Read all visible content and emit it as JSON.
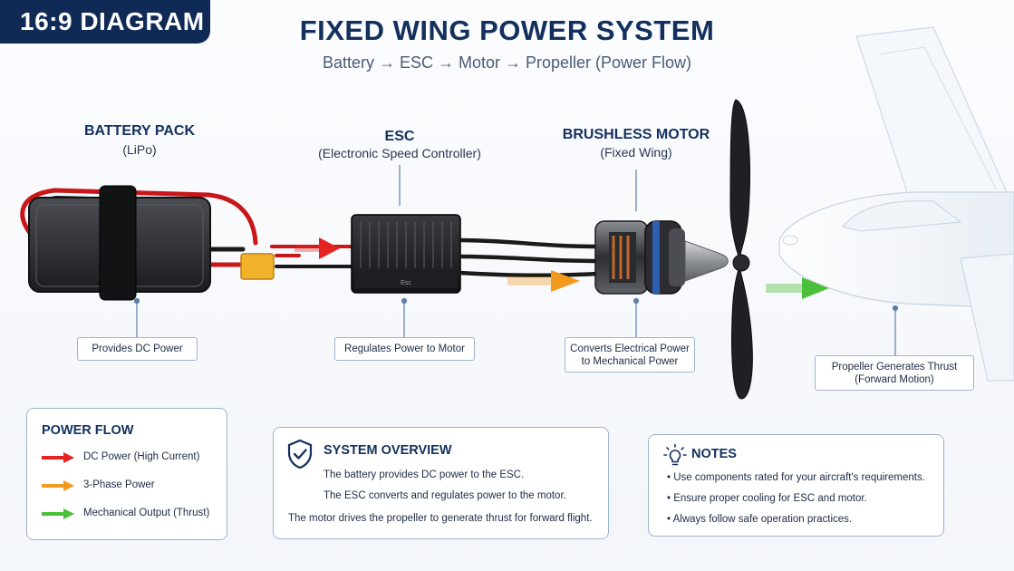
{
  "tag": "16:9 DIAGRAM",
  "title": "FIXED WING POWER SYSTEM",
  "subtitle": "Battery → ESC → Motor → Propeller (Power Flow)",
  "components": {
    "battery": {
      "title": "BATTERY PACK",
      "sub": "(LiPo)",
      "label": "Provides DC Power"
    },
    "esc": {
      "title": "ESC",
      "sub": "(Electronic Speed Controller)",
      "label": "Regulates Power to Motor",
      "device_text": "Esc"
    },
    "motor": {
      "title": "BRUSHLESS MOTOR",
      "sub": "(Fixed Wing)",
      "label_line1": "Converts Electrical Power",
      "label_line2": "to Mechanical Power"
    },
    "propeller": {
      "label_line1": "Propeller Generates Thrust",
      "label_line2": "(Forward Motion)"
    }
  },
  "power_flow": {
    "title": "POWER FLOW",
    "items": [
      {
        "label": "DC Power (High Current)",
        "color": "#e52421"
      },
      {
        "label": "3-Phase Power",
        "color": "#f39a1e"
      },
      {
        "label": "Mechanical Output (Thrust)",
        "color": "#4bbf3a"
      }
    ]
  },
  "overview": {
    "title": "SYSTEM OVERVIEW",
    "icon": "shield-check-icon",
    "lines": [
      "The battery provides DC power to the ESC.",
      "The ESC converts and regulates power to the motor.",
      "The motor drives the propeller to generate thrust for forward flight."
    ]
  },
  "notes": {
    "title": "NOTES",
    "icon": "lightbulb-icon",
    "items": [
      "Use components rated for your aircraft's requirements.",
      "Ensure proper cooling for ESC and motor.",
      "Always follow safe operation practices."
    ]
  },
  "colors": {
    "navy": "#0f2a55",
    "dc": "#e52421",
    "three_phase": "#f39a1e",
    "thrust": "#4bbf3a"
  }
}
